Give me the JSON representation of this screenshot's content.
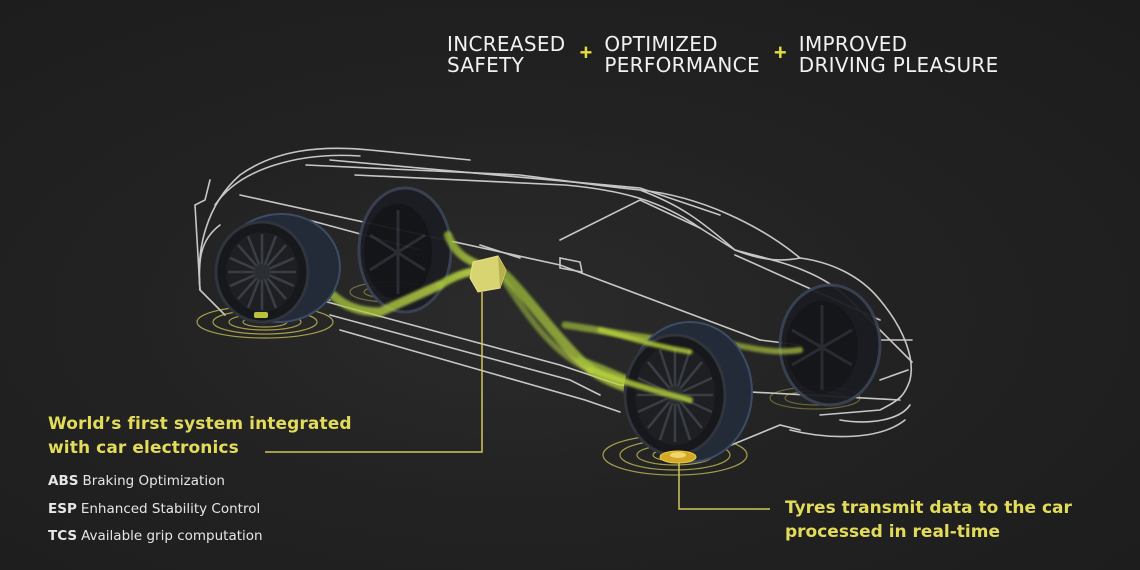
{
  "header": {
    "benefits": [
      {
        "label": "INCREASED\nSAFETY"
      },
      {
        "label": "OPTIMIZED\nPERFORMANCE"
      },
      {
        "label": "IMPROVED\nDRIVING PLEASURE"
      }
    ],
    "separator": "+"
  },
  "callouts": {
    "system": {
      "title": "World’s first system integrated\nwith car electronics",
      "features": [
        {
          "abbr": "ABS",
          "text": "Braking Optimization"
        },
        {
          "abbr": "ESP",
          "text": "Enhanced Stability Control"
        },
        {
          "abbr": "TCS",
          "text": "Available grip computation"
        }
      ]
    },
    "tyres": {
      "title": "Tyres transmit data to the car\nprocessed in real-time"
    }
  },
  "illustration": {
    "subject": "wireframe-sports-car",
    "wheels": [
      "front-left",
      "rear-left",
      "front-right",
      "rear-right"
    ],
    "data_flow": "tyre-sensor-data-to-ecu"
  },
  "colors": {
    "background": "#202020",
    "accent_yellow": "#e3dc5a",
    "data_stream_green": "#b8d43a",
    "wireframe": "#d8d8d8",
    "text_white": "#f1f1f1"
  }
}
